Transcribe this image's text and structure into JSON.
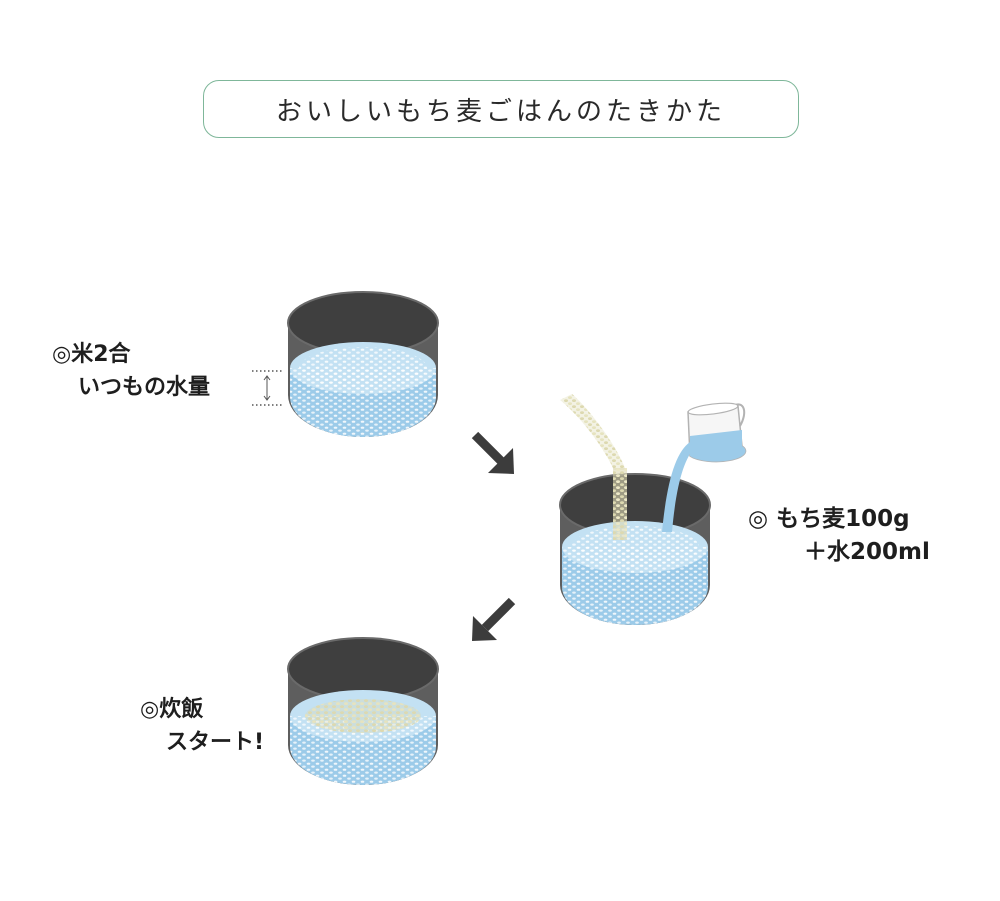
{
  "title": "おいしいもち麦ごはんのたきかた",
  "steps": [
    {
      "line1": "◎米2合",
      "line2": "いつもの水量"
    },
    {
      "line1": "◎ もち麦100g",
      "line2": "＋水200ml"
    },
    {
      "line1": "◎炊飯",
      "line2": "スタート!"
    }
  ],
  "colors": {
    "title_border": "#7fb79a",
    "pot_rim": "#474747",
    "water": "#9ccbe9",
    "water_light": "#c3e1f3",
    "barley": "#ddd9b2",
    "arrow": "#3c3c3c"
  }
}
